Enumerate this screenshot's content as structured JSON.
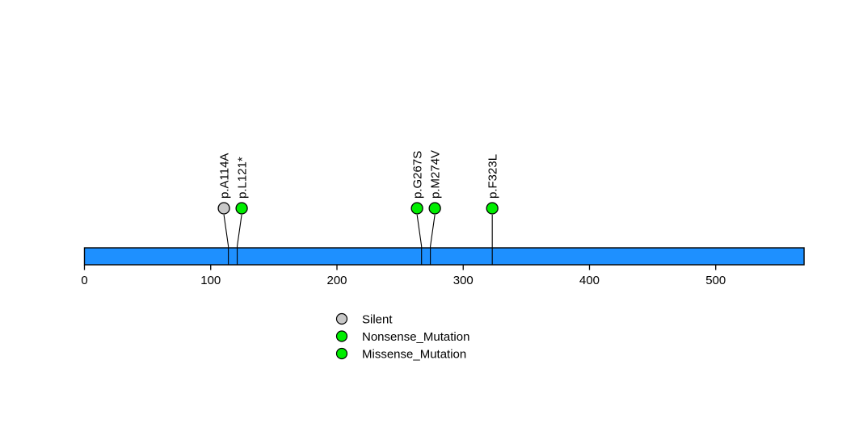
{
  "chart_data": {
    "type": "lollipop",
    "title": "",
    "xlabel": "",
    "ylabel": "",
    "protein": {
      "start": 0,
      "end": 570,
      "bar_color": "#1E90FF",
      "bar_border_color": "#000000"
    },
    "axis": {
      "min": 0,
      "max": 570,
      "ticks": [
        0,
        100,
        200,
        300,
        400,
        500
      ],
      "grid": false
    },
    "mutations": [
      {
        "label": "p.A114A",
        "position": 114,
        "type": "Silent",
        "color": "#C8C8C8"
      },
      {
        "label": "p.L121*",
        "position": 121,
        "type": "Nonsense_Mutation",
        "color": "#00EE00"
      },
      {
        "label": "p.G267S",
        "position": 267,
        "type": "Missense_Mutation",
        "color": "#00EE00"
      },
      {
        "label": "p.M274V",
        "position": 274,
        "type": "Missense_Mutation",
        "color": "#00EE00"
      },
      {
        "label": "p.F323L",
        "position": 323,
        "type": "Missense_Mutation",
        "color": "#00EE00"
      }
    ],
    "legend": {
      "position": "bottom-center",
      "items": [
        {
          "label": "Silent",
          "color": "#C8C8C8"
        },
        {
          "label": "Nonsense_Mutation",
          "color": "#00EE00"
        },
        {
          "label": "Missense_Mutation",
          "color": "#00EE00"
        }
      ]
    }
  }
}
